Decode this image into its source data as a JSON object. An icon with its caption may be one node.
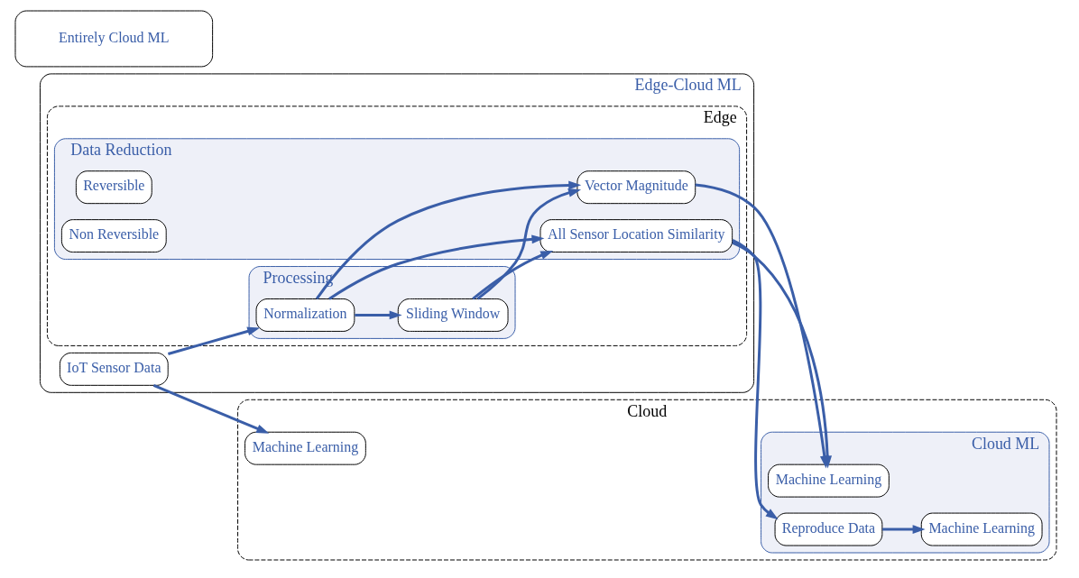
{
  "diagram": {
    "nodes": [
      {
        "text": [
          "Edge-Cloud ML"
        ]
      },
      {
        "text": [
          "Entirely Cloud ML"
        ]
      },
      {
        "text": [
          "Edge"
        ],
        "in": 0
      },
      {
        "text": [
          "Cloud"
        ]
      },
      {
        "text": [
          "IoT Sensor Data"
        ],
        "in": 0
      },
      {
        "text": [
          "Processing"
        ],
        "in": 2
      },
      {
        "text": [
          "Normalization"
        ],
        "in": 5
      },
      {
        "text": [
          "Sliding Window"
        ],
        "in": 5
      },
      {
        "text": [
          "Data Reduction"
        ],
        "in": 2
      },
      {
        "text": [
          "Reversible"
        ],
        "in": 8
      },
      {
        "text": [
          "All Sensor Location Similarity"
        ],
        "in": 8
      },
      {
        "text": [
          "Non Reversible"
        ],
        "in": 8
      },
      {
        "text": [
          "Vector Magnitude"
        ],
        "in": 8
      },
      {
        "text": [
          "Cloud ML"
        ],
        "in": 3
      },
      {
        "text": [
          "Reproduce Data"
        ],
        "in": 13
      },
      {
        "text": [
          "Machine Learning"
        ],
        "in": 13
      },
      {
        "text": [
          "Machine Learning"
        ],
        "in": 13
      },
      {
        "text": [
          "Machine Learning"
        ],
        "in": 3
      }
    ],
    "edges": [
      {
        "from": 4,
        "to": 6,
        "arrow": "to"
      },
      {
        "from": 6,
        "to": 10,
        "arrow": "to"
      },
      {
        "from": 6,
        "to": 7,
        "arrow": "to"
      },
      {
        "from": 7,
        "to": 10,
        "arrow": "to"
      },
      {
        "from": 7,
        "to": 12,
        "arrow": "to"
      },
      {
        "from": 6,
        "to": 12,
        "arrow": "to"
      },
      {
        "from": 10,
        "to": 14,
        "arrow": "to"
      },
      {
        "from": 14,
        "to": 15,
        "arrow": "to"
      },
      {
        "from": 10,
        "to": 16,
        "arrow": "to"
      },
      {
        "from": 12,
        "to": 16,
        "arrow": "to"
      },
      {
        "from": 4,
        "to": 17,
        "arrow": "to"
      }
    ]
  }
}
